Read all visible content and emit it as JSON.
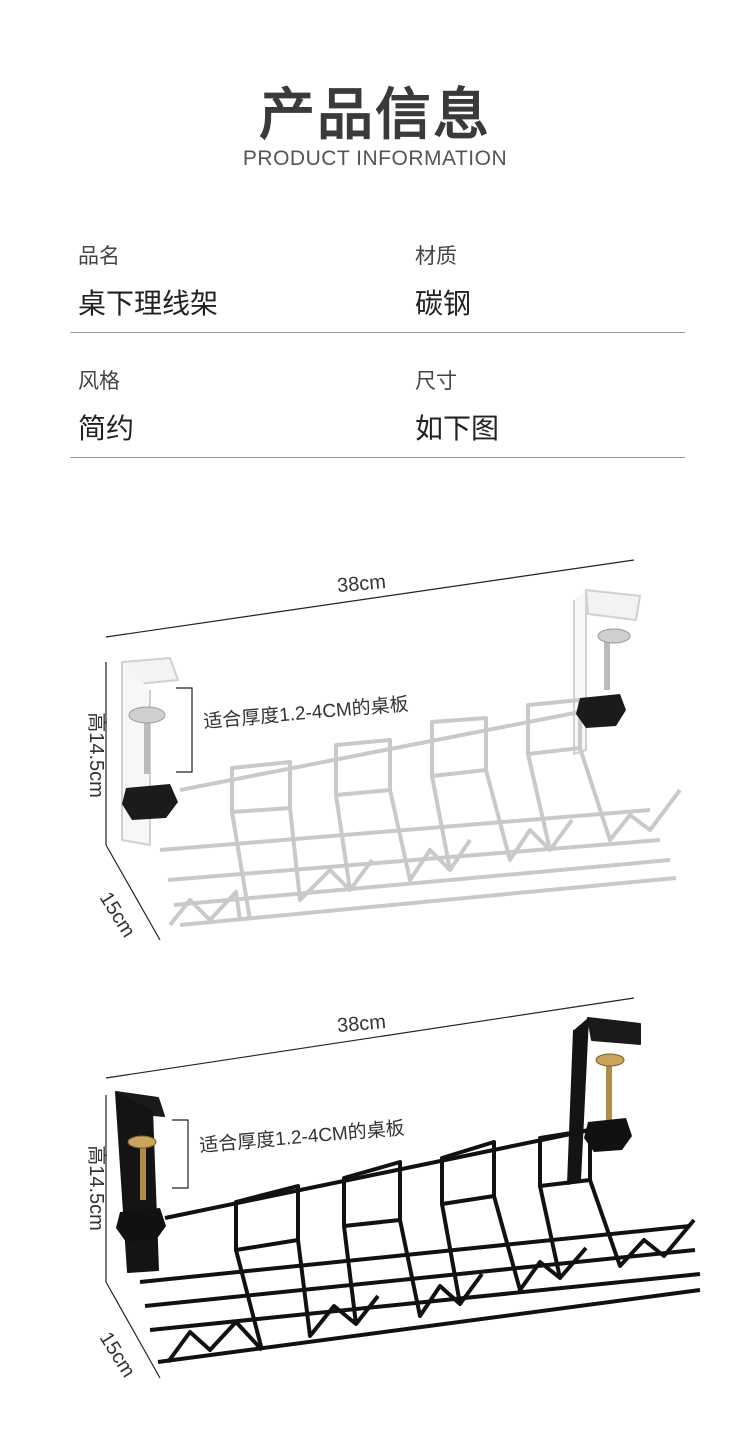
{
  "header": {
    "title_cn": "产品信息",
    "title_en": "PRODUCT INFORMATION"
  },
  "info_rows": [
    {
      "left": {
        "label": "品名",
        "value": "桌下理线架"
      },
      "right": {
        "label": "材质",
        "value": "碳钢"
      }
    },
    {
      "left": {
        "label": "风格",
        "value": "简约"
      },
      "right": {
        "label": "尺寸",
        "value": "如下图"
      }
    }
  ],
  "figures": [
    {
      "variant": "white",
      "width_dim": "38cm",
      "height_dim": "高14.5cm",
      "depth_dim": "15cm",
      "note": "适合厚度1.2-4CM的桌板"
    },
    {
      "variant": "black",
      "width_dim": "38cm",
      "height_dim": "高14.5cm",
      "depth_dim": "15cm",
      "note": "适合厚度1.2-4CM的桌板"
    }
  ],
  "colors": {
    "white_rack_stroke": "#c8c8c8",
    "black_rack_stroke": "#111111",
    "dimension_line": "#222222"
  }
}
